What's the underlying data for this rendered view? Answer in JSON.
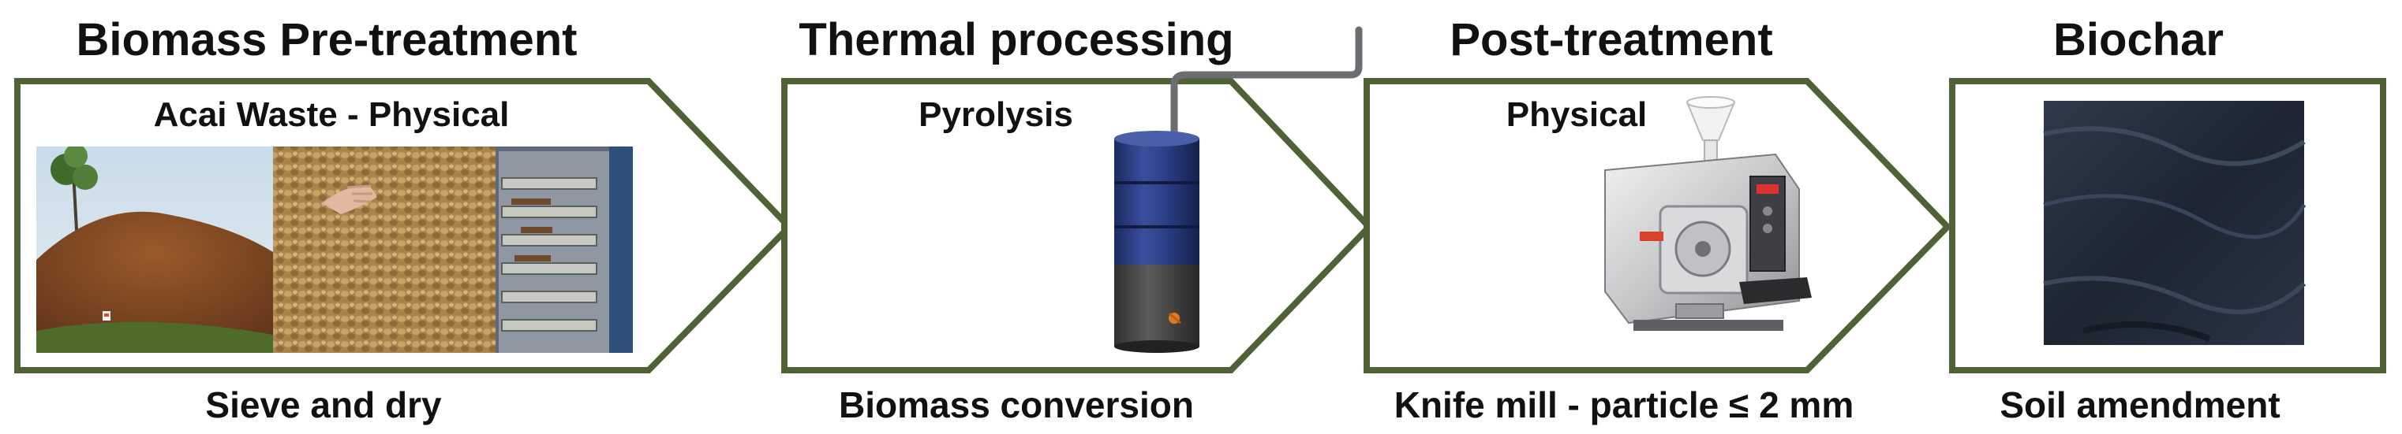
{
  "colors": {
    "arrow_stroke": "#4e6236",
    "background": "#ffffff"
  },
  "stages": [
    {
      "title": "Biomass Pre-treatment",
      "subtitle": "Acai Waste - Physical",
      "caption": "Sieve and dry",
      "images": [
        "acai-waste-pile-photo",
        "acai-seeds-hand-photo",
        "drying-oven-photo"
      ]
    },
    {
      "title": "Thermal processing",
      "subtitle": "Pyrolysis",
      "caption": "Biomass conversion",
      "images": [
        "pyrolysis-reactor-illustration"
      ]
    },
    {
      "title": "Post-treatment",
      "subtitle": "Physical",
      "caption": "Knife mill - particle ≤ 2 mm",
      "images": [
        "knife-mill-illustration"
      ]
    },
    {
      "title": "Biochar",
      "subtitle": "",
      "caption": "Soil amendment",
      "images": [
        "biochar-photo"
      ]
    }
  ]
}
